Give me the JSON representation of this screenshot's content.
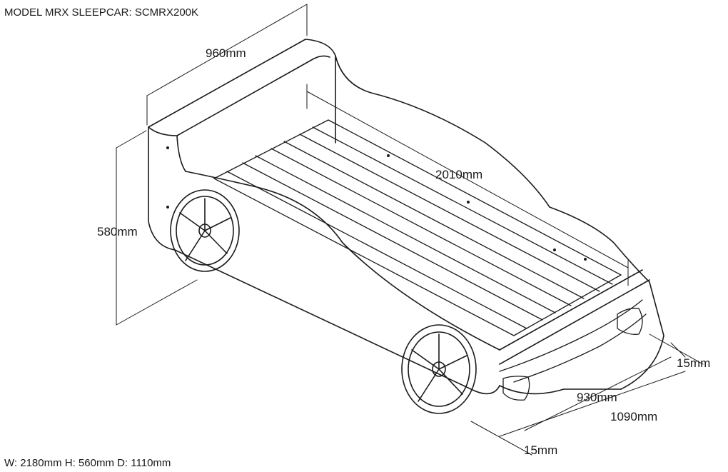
{
  "title": "MODEL MRX SLEEPCAR: SCMRX200K",
  "footer": "W: 2180mm H: 560mm D: 1110mm",
  "dimensions": {
    "headboard_width": "960mm",
    "height": "580mm",
    "mattress_length": "2010mm",
    "side_offset_right": "15mm",
    "inner_width": "930mm",
    "outer_width": "1090mm",
    "side_offset_bottom": "15mm"
  },
  "colors": {
    "line": "#1a1a1a",
    "background": "#ffffff"
  }
}
